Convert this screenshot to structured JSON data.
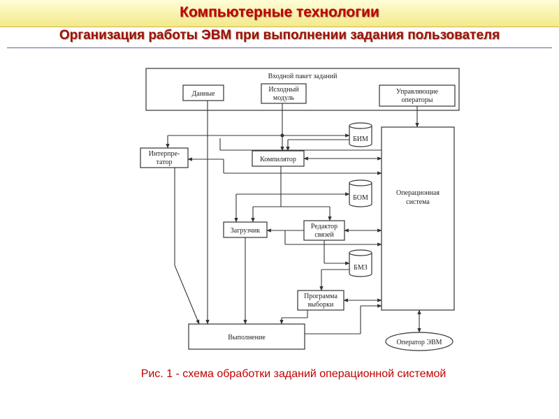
{
  "header": {
    "title": "Компьютерные технологии",
    "subtitle": "Организация работы ЭВМ при выполнении задания пользователя"
  },
  "diagram": {
    "input_package": "Входной пакет заданий",
    "data": "Данные",
    "source_module_1": "Исходный",
    "source_module_2": "модуль",
    "control_ops_1": "Управляющие",
    "control_ops_2": "операторы",
    "interpreter_1": "Интерпре-",
    "interpreter_2": "татор",
    "compiler": "Компилятор",
    "bim": "БИМ",
    "bom": "БОМ",
    "bmz": "БМЗ",
    "os_1": "Операционная",
    "os_2": "система",
    "loader": "Загрузчик",
    "linker_1": "Редактор",
    "linker_2": "связей",
    "sampler_1": "Программа",
    "sampler_2": "выборки",
    "execution": "Выполнение",
    "operator": "Оператор ЭВМ"
  },
  "caption": "Рис. 1 - схема обработки заданий операционной системой"
}
